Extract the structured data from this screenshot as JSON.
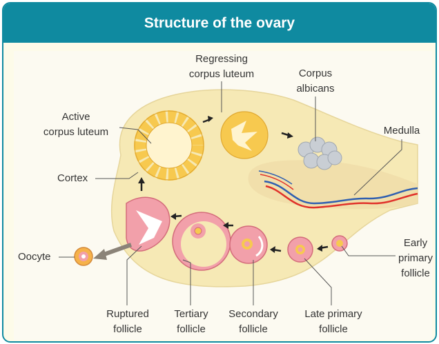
{
  "title": "Structure of the ovary",
  "labels": {
    "regressing": [
      "Regressing",
      "corpus luteum"
    ],
    "albicans": [
      "Corpus",
      "albicans"
    ],
    "active": [
      "Active",
      "corpus luteum"
    ],
    "medulla": "Medulla",
    "cortex": "Cortex",
    "oocyte": "Oocyte",
    "early": [
      "Early",
      "primary",
      "follicle"
    ],
    "ruptured": [
      "Ruptured",
      "follicle"
    ],
    "tertiary": [
      "Tertiary",
      "follicle"
    ],
    "secondary": [
      "Secondary",
      "follicle"
    ],
    "late": [
      "Late primary",
      "follicle"
    ]
  },
  "colors": {
    "header": "#0f8aa0",
    "ovary": "#f6e9b5",
    "luteum": "#f7c94f",
    "follicle": "#f2a0aa",
    "albicans": "#c9ced4",
    "artery": "#e0312a",
    "vein": "#2f5fb0"
  }
}
